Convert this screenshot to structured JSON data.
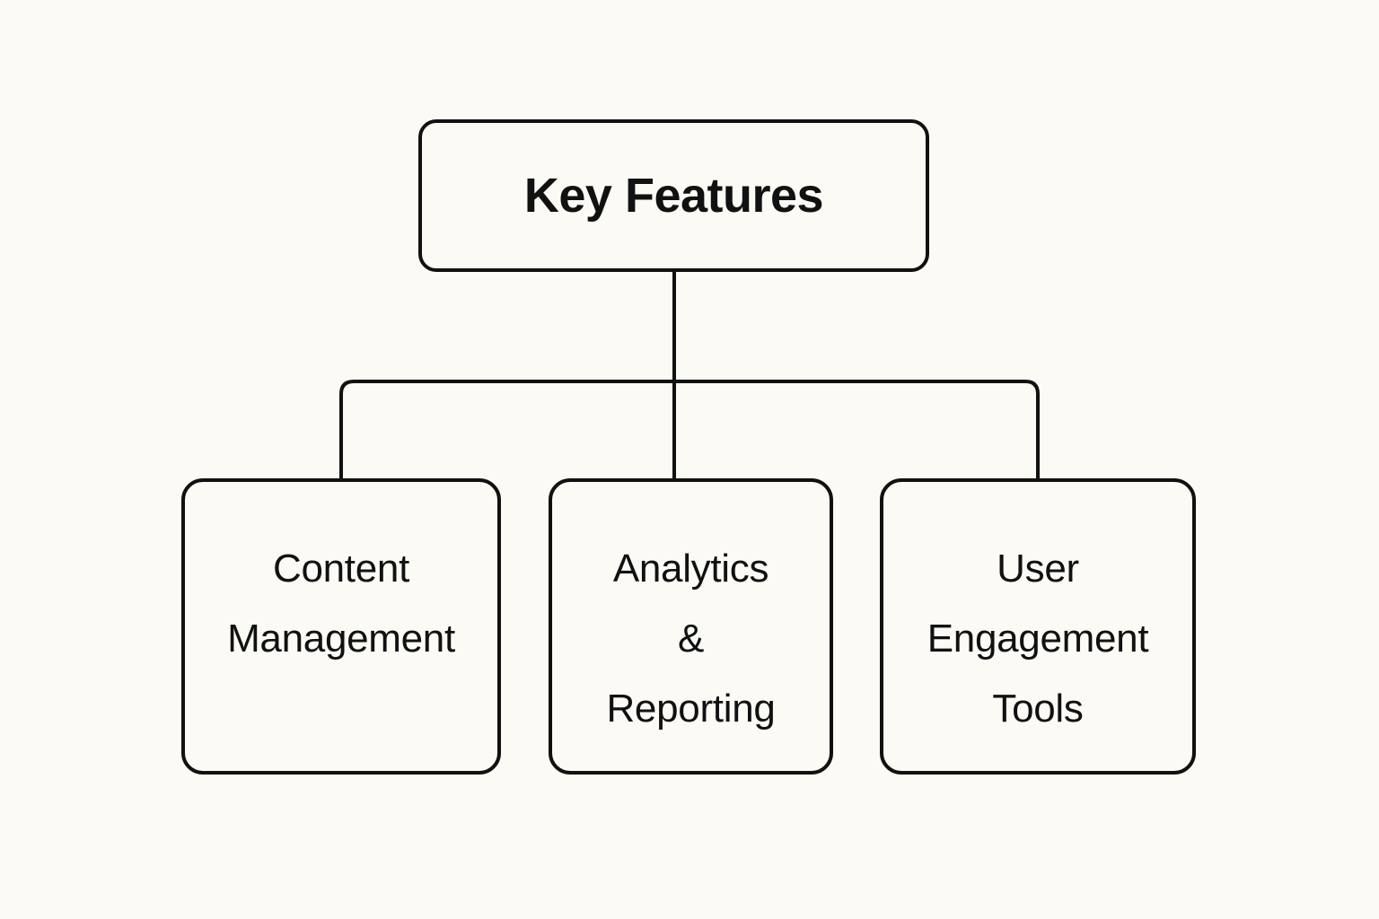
{
  "diagram": {
    "type": "tree-hierarchy",
    "background_color": "#FBFAF5",
    "stroke_color": "#111111",
    "root": {
      "id": "key-features",
      "label": "Key Features"
    },
    "children": [
      {
        "id": "content-management",
        "lines": [
          "Content",
          "Management"
        ],
        "label": "Content Management"
      },
      {
        "id": "analytics-reporting",
        "lines": [
          "Analytics",
          "&",
          "Reporting"
        ],
        "label": "Analytics & Reporting"
      },
      {
        "id": "user-engagement",
        "lines": [
          "User",
          "Engagement",
          "Tools"
        ],
        "label": "User Engagement Tools"
      }
    ]
  }
}
